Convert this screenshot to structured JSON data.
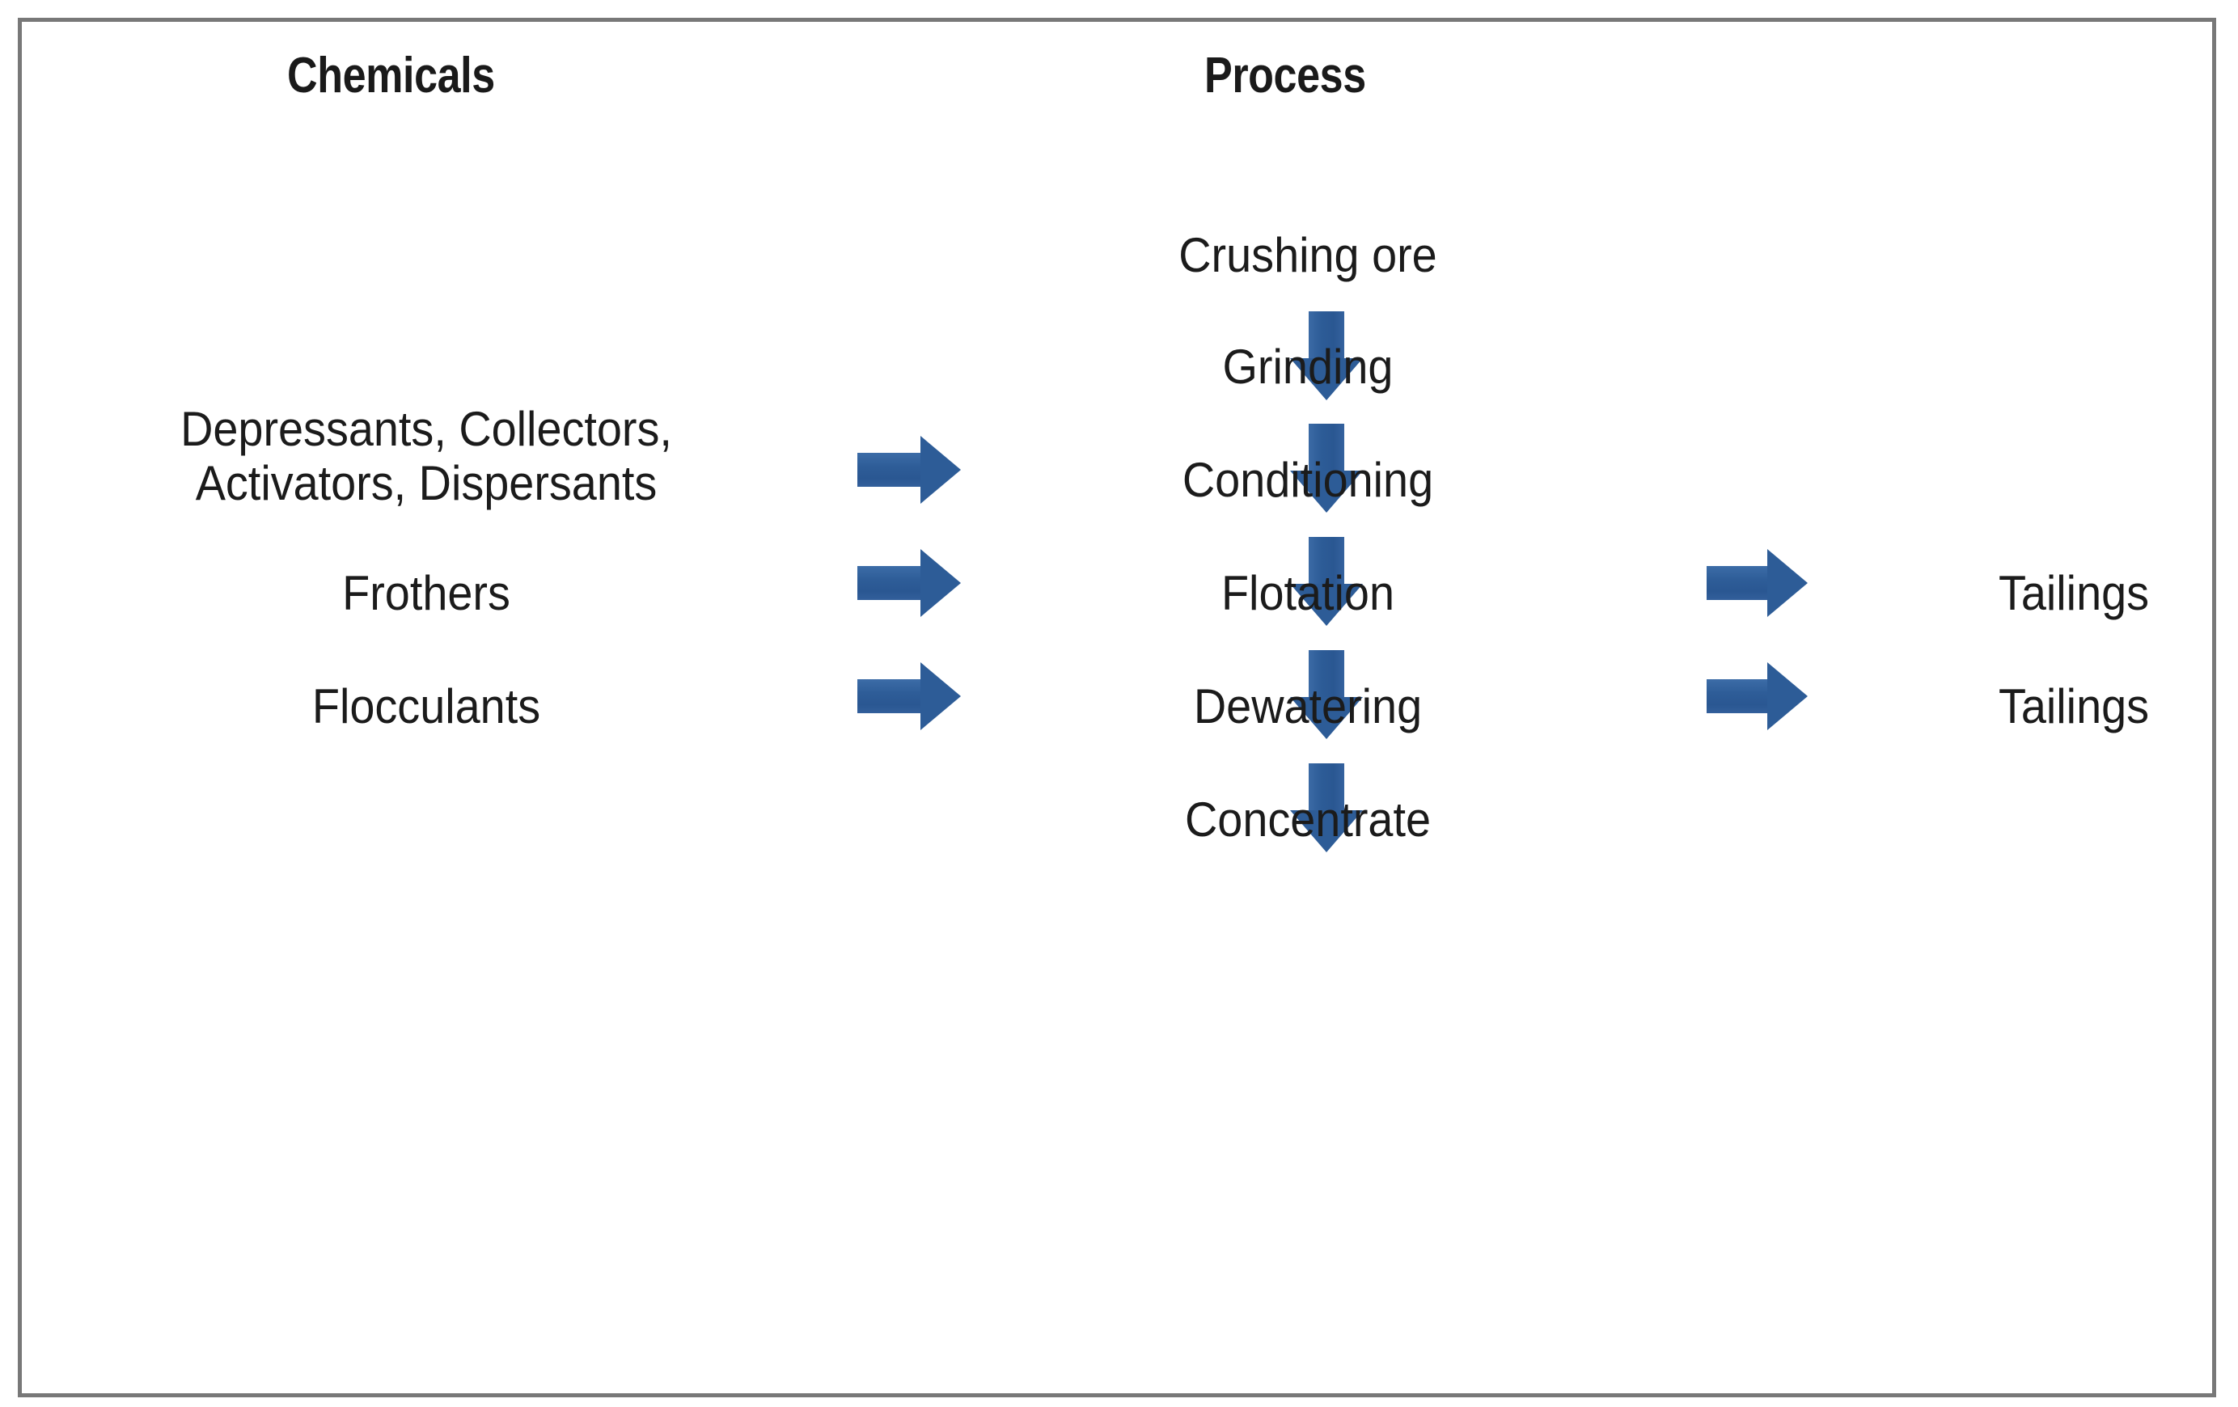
{
  "diagram": {
    "title": "Mineral flotation processing flow diagram",
    "accent_color": "#2d5c97",
    "text_color": "#1b1b1b",
    "border_color": "#787878",
    "background_color": "#ffffff"
  },
  "headers": {
    "chemicals": "Chemicals",
    "process": "Process"
  },
  "process_chain": [
    {
      "label": "Crushing ore"
    },
    {
      "label": "Grinding"
    },
    {
      "label": "Conditioning"
    },
    {
      "label": "Flotation"
    },
    {
      "label": "Dewatering"
    },
    {
      "label": "Concentrate"
    }
  ],
  "chemical_inputs": [
    {
      "line1": "Depressants, Collectors,",
      "line2": "Activators, Dispersants",
      "target": "Conditioning"
    },
    {
      "line1": "Frothers",
      "line2": "",
      "target": "Flotation"
    },
    {
      "line1": "Flocculants",
      "line2": "",
      "target": "Dewatering"
    }
  ],
  "outputs": [
    {
      "label": "Tailings",
      "source": "Flotation"
    },
    {
      "label": "Tailings",
      "source": "Dewatering"
    }
  ],
  "arrows": {
    "down_icon": "arrow-down-icon",
    "right_icon": "arrow-right-icon"
  }
}
